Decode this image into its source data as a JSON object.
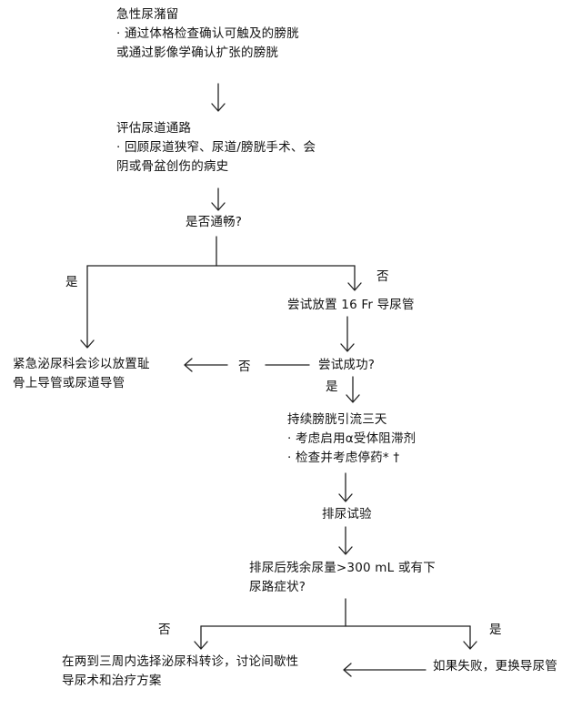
{
  "nodes": {
    "retention": {
      "title": "急性尿潴留",
      "bullets": [
        "· 通过体格检查确认可触及的膀胱",
        "或通过影像学确认扩张的膀胱"
      ]
    },
    "assess": {
      "title": "评估尿道通路",
      "bullets": [
        "· 回顾尿道狭窄、尿道/膀胱手术、会",
        "阴或骨盆创伤的病史"
      ]
    },
    "patent": {
      "title": "是否通畅?"
    },
    "urgent": {
      "lines": [
        "紧急泌尿科会诊以放置耻",
        "骨上导管或尿道导管"
      ]
    },
    "place": {
      "title": "尝试放置 16 Fr 导尿管"
    },
    "success": {
      "title": "尝试成功?"
    },
    "drain": {
      "title": "持续膀胱引流三天",
      "bullets": [
        "· 考虑启用α受体阻滞剂",
        "· 检查并考虑停药* †"
      ]
    },
    "trial": {
      "title": "排尿试验"
    },
    "pvr": {
      "lines": [
        "排尿后残余尿量>300 mL 或有下",
        "尿路症状?"
      ]
    },
    "referral": {
      "lines": [
        "在两到三周内选择泌尿科转诊，讨论间歇性",
        "导尿术和治疗方案"
      ]
    },
    "replace": {
      "title": "如果失败，更换导尿管"
    }
  },
  "labels": {
    "patent_yes": "是",
    "patent_no": "否",
    "success_no": "否",
    "success_yes": "是",
    "pvr_no": "否",
    "pvr_yes": "是"
  }
}
